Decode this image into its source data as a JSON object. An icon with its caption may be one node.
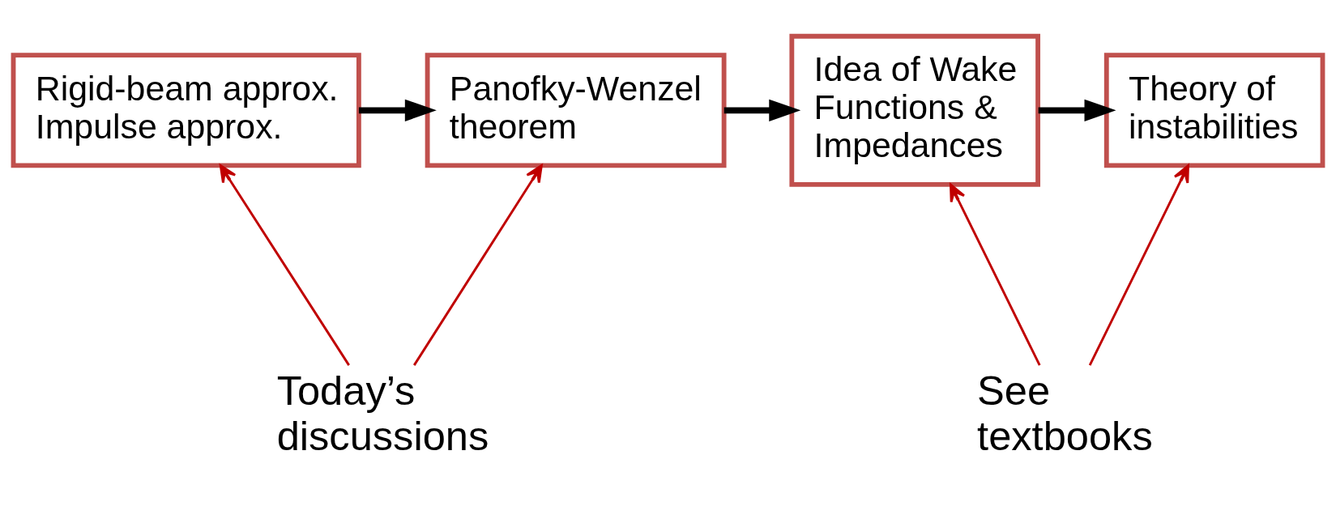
{
  "diagram": {
    "nodes": [
      {
        "text": [
          "Rigid-beam approx.",
          "Impulse approx."
        ]
      },
      {
        "text": [
          "Panofky-Wenzel theorem"
        ]
      },
      {
        "text": [
          "Idea of Wake Functions & Impedances"
        ]
      },
      {
        "text": [
          "Theory of instabilities"
        ]
      },
      {
        "text": [
          "Today’s discussions"
        ]
      },
      {
        "text": [
          "See textbooks"
        ]
      }
    ],
    "edges": [
      {
        "from": 0,
        "to": 1,
        "arrow": "to",
        "style": "thick",
        "color": "#000000"
      },
      {
        "from": 1,
        "to": 2,
        "arrow": "to",
        "style": "thick",
        "color": "#000000"
      },
      {
        "from": 2,
        "to": 3,
        "arrow": "to",
        "style": "thick",
        "color": "#000000"
      },
      {
        "from": 4,
        "to": 0,
        "arrow": "to"
      },
      {
        "from": 4,
        "to": 1,
        "arrow": "to"
      },
      {
        "from": 5,
        "to": 2,
        "arrow": "to"
      },
      {
        "from": 5,
        "to": 3,
        "arrow": "to"
      }
    ]
  }
}
